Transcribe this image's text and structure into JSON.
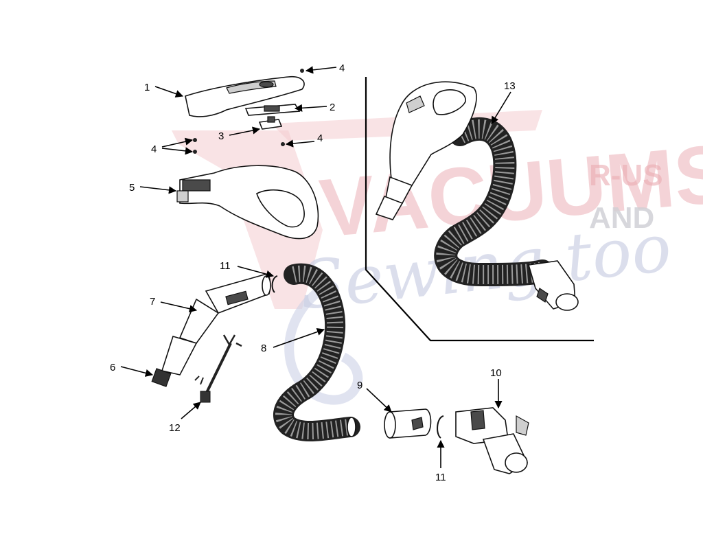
{
  "callouts": {
    "c1": "1",
    "c2": "2",
    "c3": "3",
    "c4a": "4",
    "c4b": "4",
    "c4c": "4",
    "c5": "5",
    "c6": "6",
    "c7": "7",
    "c8": "8",
    "c9": "9",
    "c10": "10",
    "c11a": "11",
    "c11b": "11",
    "c12": "12",
    "c13": "13"
  },
  "watermark": {
    "brand": "VACUUMS",
    "tagline_top": "R-US",
    "tagline_and": "AND",
    "script_text": "Sewing too",
    "colors": {
      "red": "#e8a0a8",
      "gray": "#c9c9cf",
      "blue": "#c6cbe2"
    }
  }
}
